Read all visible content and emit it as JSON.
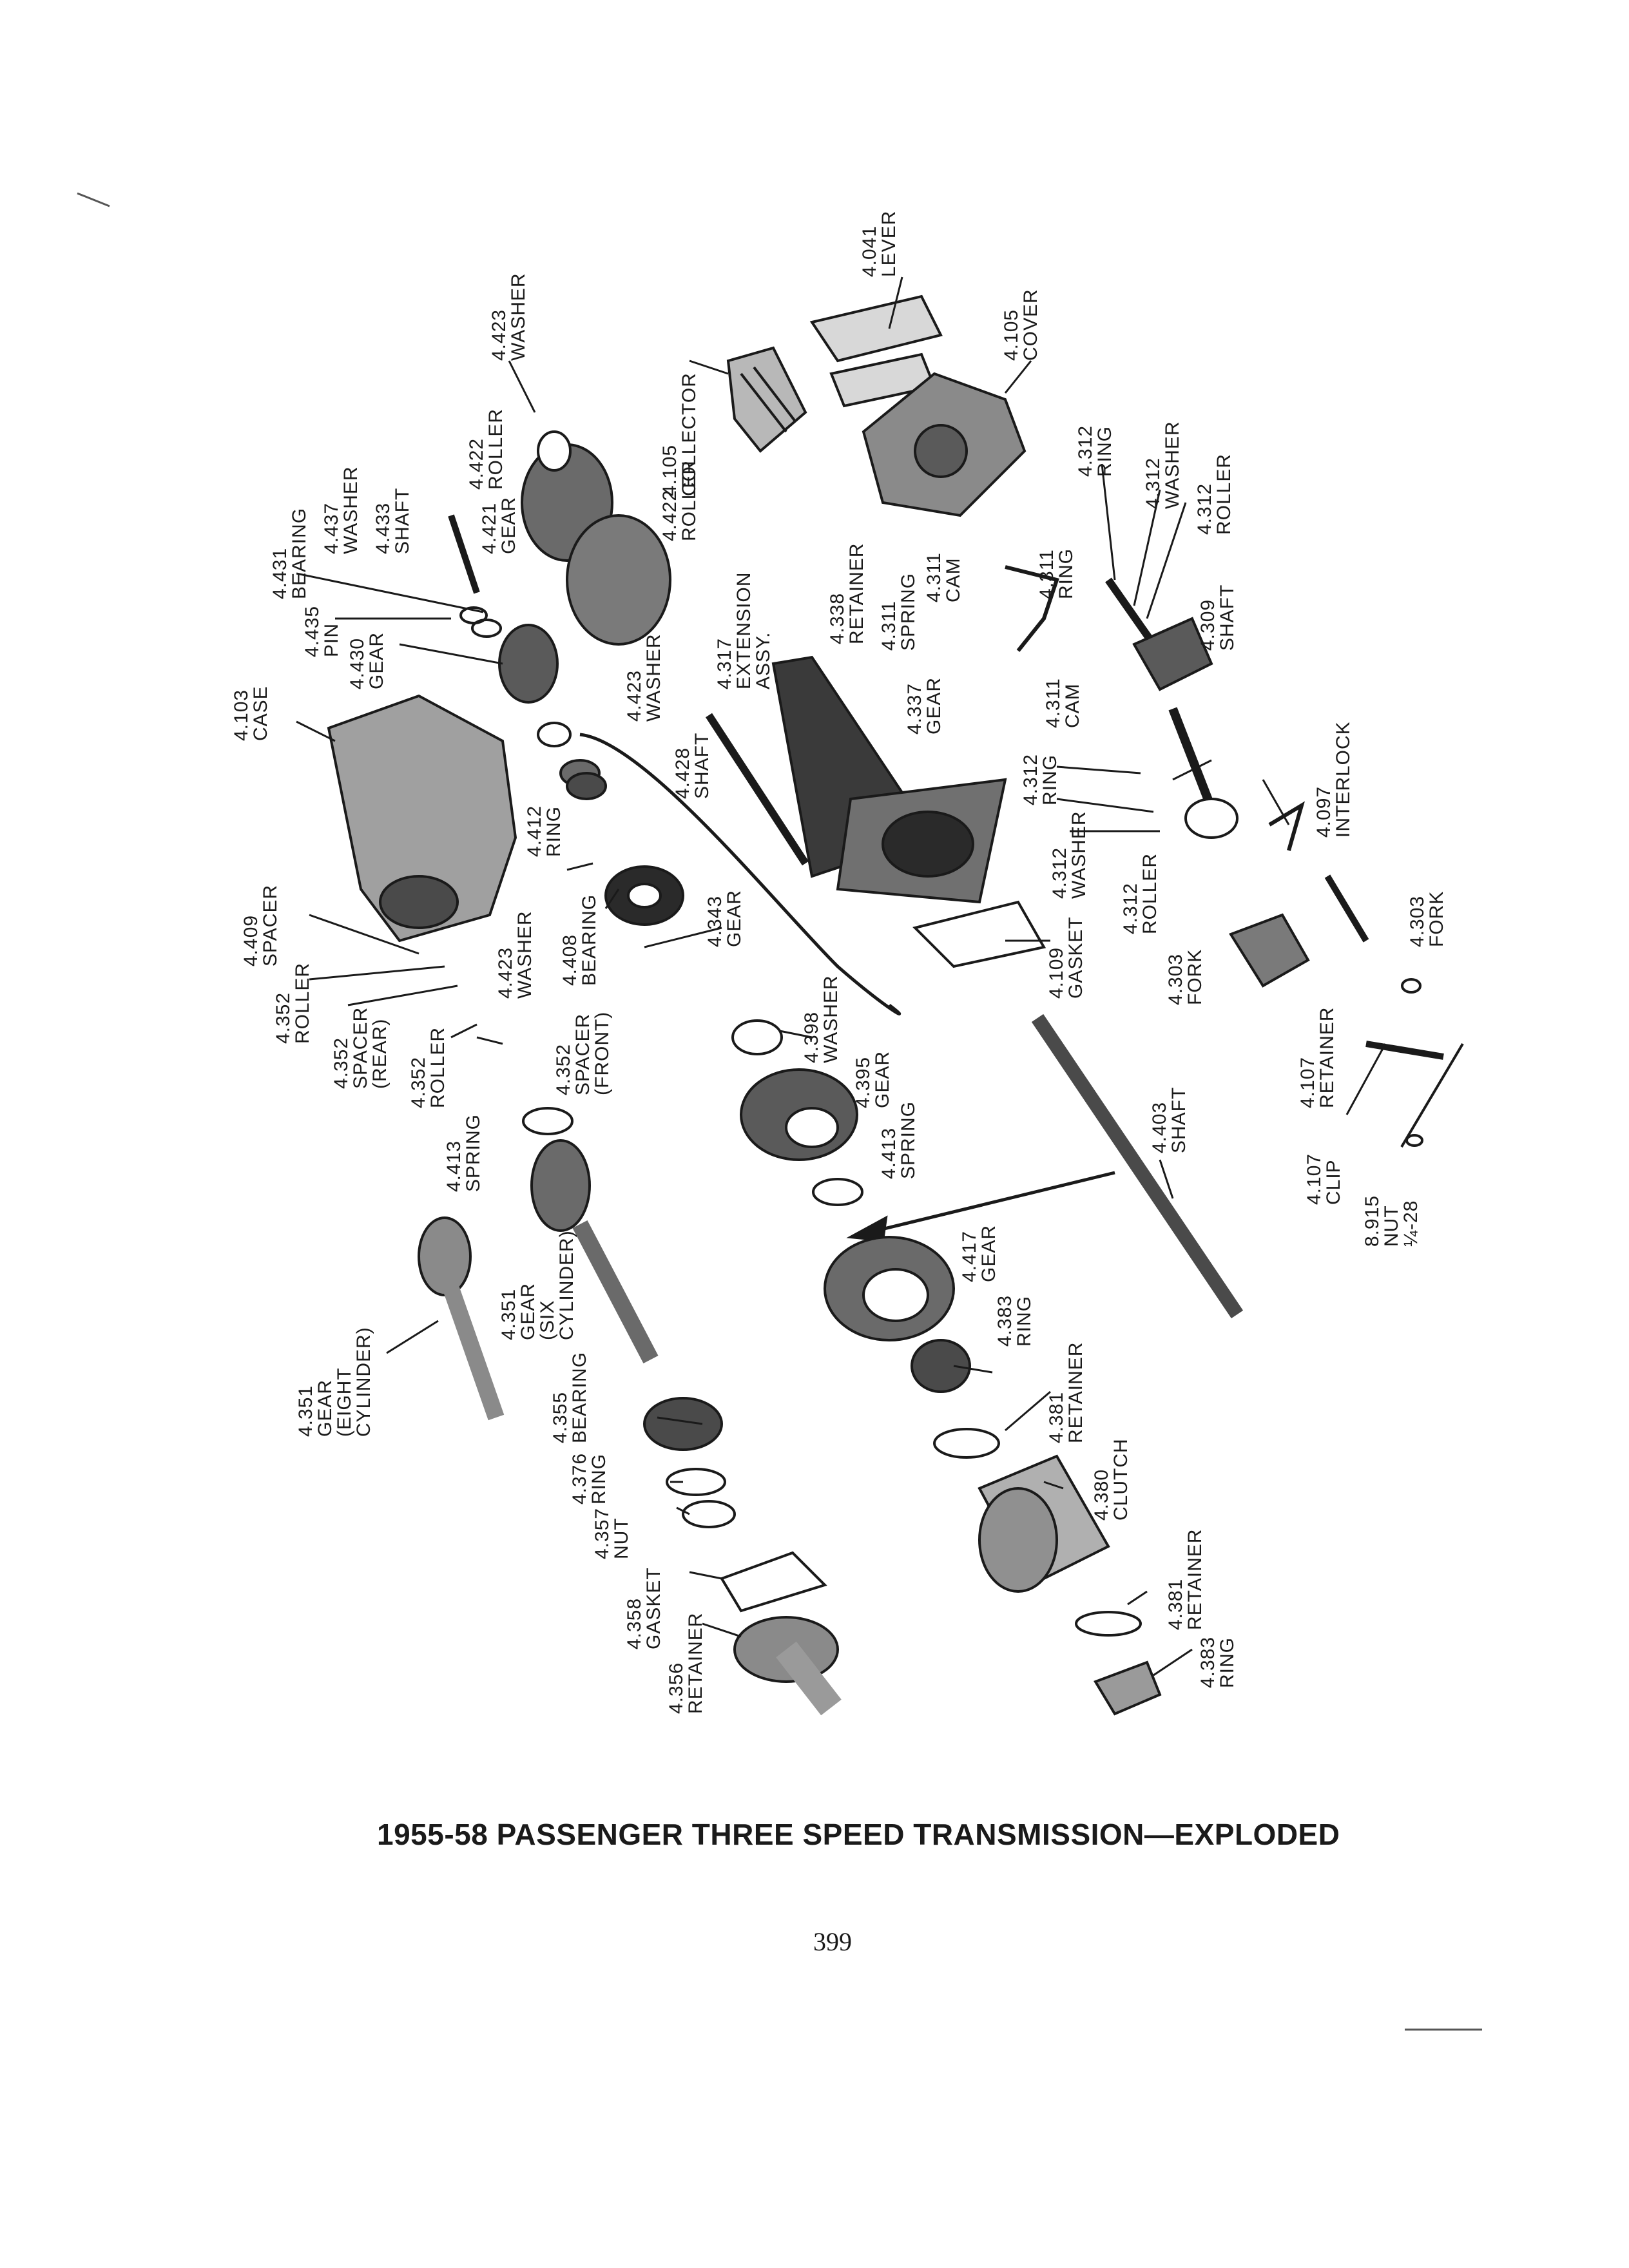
{
  "document": {
    "title": "1955-58 PASSENGER THREE SPEED TRANSMISSION—EXPLODED",
    "page_number": "399"
  },
  "parts": [
    {
      "id": "p1",
      "lines": [
        "4.041",
        "LEVER"
      ]
    },
    {
      "id": "p2",
      "lines": [
        "4.105",
        "COVER"
      ]
    },
    {
      "id": "p3",
      "lines": [
        "4.423",
        "WASHER"
      ]
    },
    {
      "id": "p4",
      "lines": [
        "4.105",
        "COLLECTOR"
      ]
    },
    {
      "id": "p5",
      "lines": [
        "4.422",
        "ROLLER"
      ]
    },
    {
      "id": "p6",
      "lines": [
        "4.421",
        "GEAR"
      ]
    },
    {
      "id": "p7",
      "lines": [
        "4.437",
        "WASHER"
      ]
    },
    {
      "id": "p8",
      "lines": [
        "4.433",
        "SHAFT"
      ]
    },
    {
      "id": "p9",
      "lines": [
        "4.431",
        "BEARING"
      ]
    },
    {
      "id": "p10",
      "lines": [
        "4.435",
        "PIN"
      ]
    },
    {
      "id": "p11",
      "lines": [
        "4.430",
        "GEAR"
      ]
    },
    {
      "id": "p12",
      "lines": [
        "4.422",
        "ROLLER"
      ]
    },
    {
      "id": "p13",
      "lines": [
        "4.338",
        "RETAINER"
      ]
    },
    {
      "id": "p14",
      "lines": [
        "4.311",
        "SPRING"
      ]
    },
    {
      "id": "p15",
      "lines": [
        "4.311",
        "CAM"
      ]
    },
    {
      "id": "p16",
      "lines": [
        "4.311",
        "RING"
      ]
    },
    {
      "id": "p17",
      "lines": [
        "4.312",
        "RING"
      ]
    },
    {
      "id": "p18",
      "lines": [
        "4.312",
        "WASHER"
      ]
    },
    {
      "id": "p19",
      "lines": [
        "4.312",
        "ROLLER"
      ]
    },
    {
      "id": "p20",
      "lines": [
        "4.317",
        "EXTENSION",
        "ASSY."
      ]
    },
    {
      "id": "p21",
      "lines": [
        "4.103",
        "CASE"
      ]
    },
    {
      "id": "p22",
      "lines": [
        "4.423",
        "WASHER"
      ]
    },
    {
      "id": "p23",
      "lines": [
        "4.337",
        "GEAR"
      ]
    },
    {
      "id": "p24",
      "lines": [
        "4.311",
        "CAM"
      ]
    },
    {
      "id": "p25",
      "lines": [
        "4.309",
        "SHAFT"
      ]
    },
    {
      "id": "p26",
      "lines": [
        "4.428",
        "SHAFT"
      ]
    },
    {
      "id": "p27",
      "lines": [
        "4.312",
        "RING"
      ]
    },
    {
      "id": "p28",
      "lines": [
        "4.097",
        "INTERLOCK"
      ]
    },
    {
      "id": "p29",
      "lines": [
        "4.412",
        "RING"
      ]
    },
    {
      "id": "p30",
      "lines": [
        "4.343",
        "GEAR"
      ]
    },
    {
      "id": "p31",
      "lines": [
        "4.312",
        "WASHER"
      ]
    },
    {
      "id": "p32",
      "lines": [
        "4.312",
        "ROLLER"
      ]
    },
    {
      "id": "p33",
      "lines": [
        "4.409",
        "SPACER"
      ]
    },
    {
      "id": "p34",
      "lines": [
        "4.408",
        "BEARING"
      ]
    },
    {
      "id": "p35",
      "lines": [
        "4.423",
        "WASHER"
      ]
    },
    {
      "id": "p36",
      "lines": [
        "4.109",
        "GASKET"
      ]
    },
    {
      "id": "p37",
      "lines": [
        "4.303",
        "FORK"
      ]
    },
    {
      "id": "p38",
      "lines": [
        "4.303",
        "FORK"
      ]
    },
    {
      "id": "p39",
      "lines": [
        "4.352",
        "ROLLER"
      ]
    },
    {
      "id": "p40",
      "lines": [
        "4.352",
        "SPACER",
        "(REAR)"
      ]
    },
    {
      "id": "p41",
      "lines": [
        "4.352",
        "ROLLER"
      ]
    },
    {
      "id": "p42",
      "lines": [
        "4.352",
        "SPACER",
        "(FRONT)"
      ]
    },
    {
      "id": "p43",
      "lines": [
        "4.398",
        "WASHER"
      ]
    },
    {
      "id": "p44",
      "lines": [
        "4.395",
        "GEAR"
      ]
    },
    {
      "id": "p45",
      "lines": [
        "4.107",
        "RETAINER"
      ]
    },
    {
      "id": "p46",
      "lines": [
        "4.403",
        "SHAFT"
      ]
    },
    {
      "id": "p47",
      "lines": [
        "4.413",
        "SPRING"
      ]
    },
    {
      "id": "p48",
      "lines": [
        "4.413",
        "SPRING"
      ]
    },
    {
      "id": "p49",
      "lines": [
        "4.107",
        "CLIP"
      ]
    },
    {
      "id": "p50",
      "lines": [
        "8.915",
        "NUT",
        "¼-28"
      ]
    },
    {
      "id": "p51",
      "lines": [
        "4.417",
        "GEAR"
      ]
    },
    {
      "id": "p52",
      "lines": [
        "4.351",
        "GEAR",
        "(SIX",
        "CYLINDER)"
      ]
    },
    {
      "id": "p53",
      "lines": [
        "4.383",
        "RING"
      ]
    },
    {
      "id": "p54",
      "lines": [
        "4.351",
        "GEAR",
        "(EIGHT",
        "CYLINDER)"
      ]
    },
    {
      "id": "p55",
      "lines": [
        "4.355",
        "BEARING"
      ]
    },
    {
      "id": "p56",
      "lines": [
        "4.381",
        "RETAINER"
      ]
    },
    {
      "id": "p57",
      "lines": [
        "4.376",
        "RING"
      ]
    },
    {
      "id": "p58",
      "lines": [
        "4.380",
        "CLUTCH"
      ]
    },
    {
      "id": "p59",
      "lines": [
        "4.357",
        "NUT"
      ]
    },
    {
      "id": "p60",
      "lines": [
        "4.358",
        "GASKET"
      ]
    },
    {
      "id": "p61",
      "lines": [
        "4.381",
        "RETAINER"
      ]
    },
    {
      "id": "p62",
      "lines": [
        "4.356",
        "RETAINER"
      ]
    },
    {
      "id": "p63",
      "lines": [
        "4.383",
        "RING"
      ]
    }
  ]
}
